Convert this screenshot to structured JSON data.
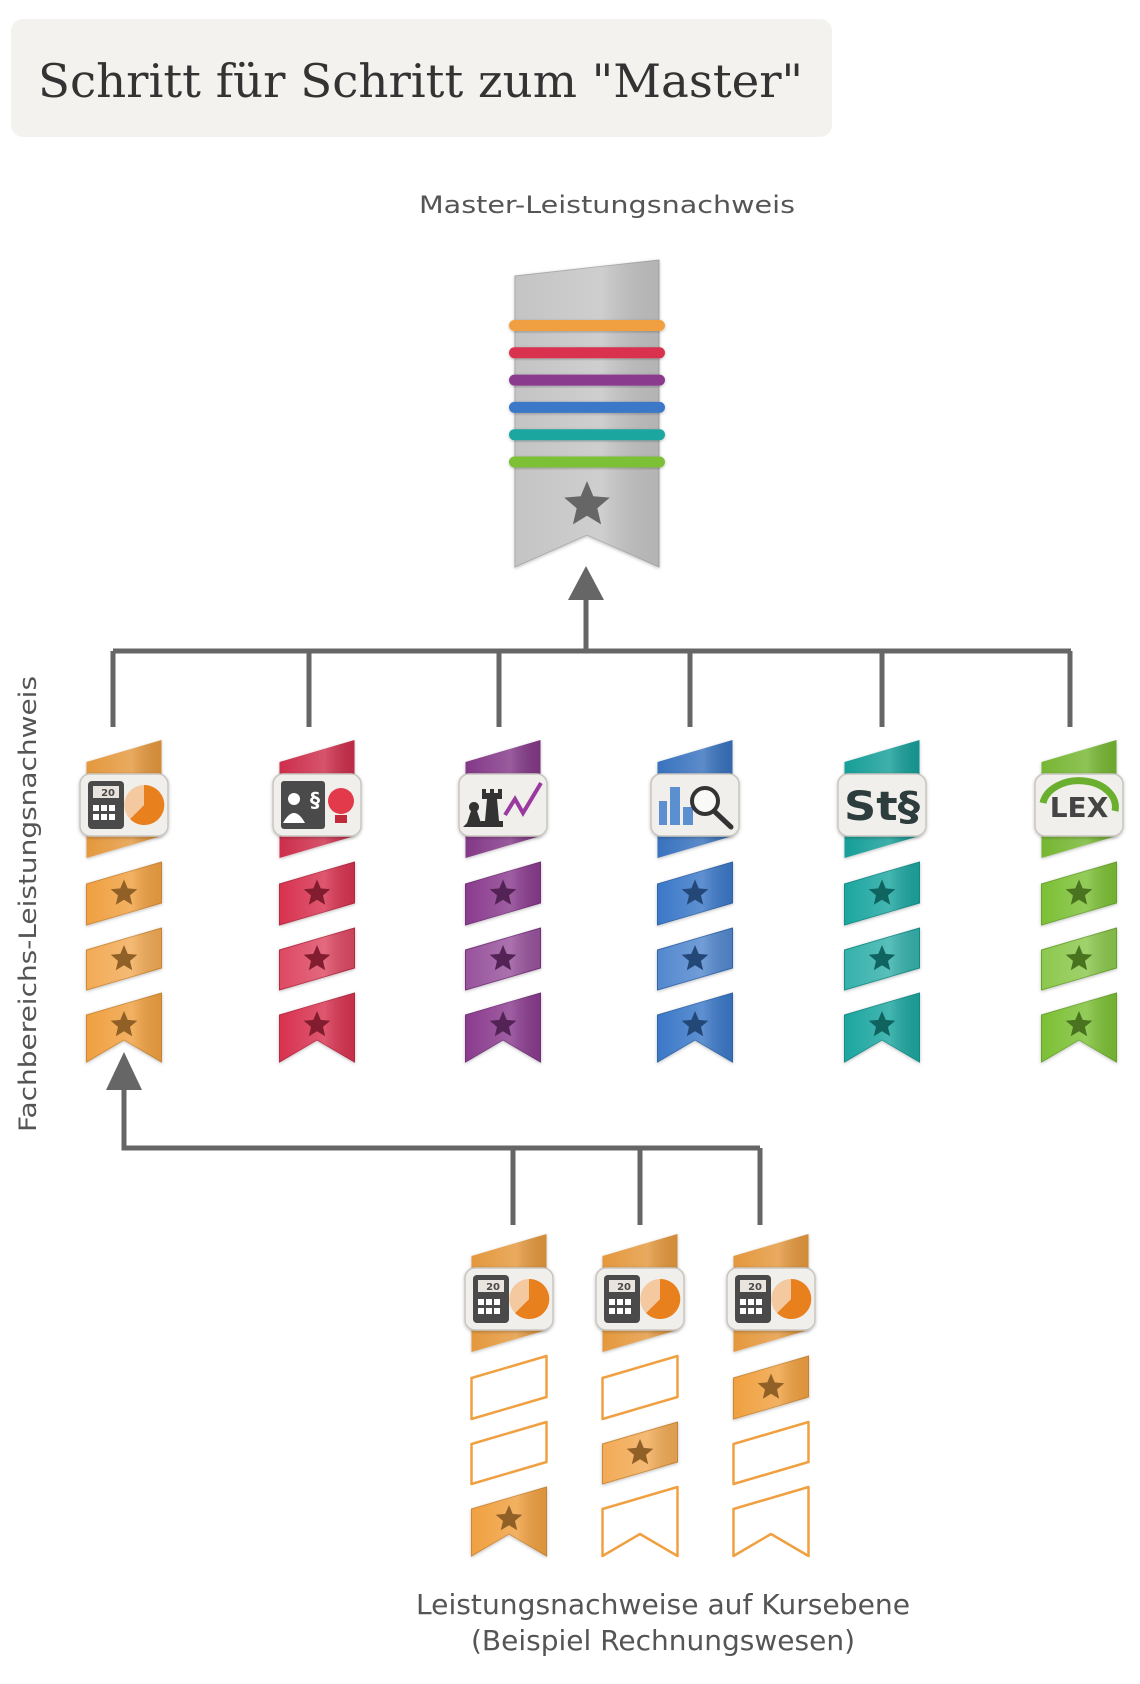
{
  "title": "Schritt für Schritt zum \"Master\"",
  "master_label": "Master-Leistungsnachweis",
  "side_label": "Fachbereichs-Leistungsnachweis",
  "course_label_line1": "Leistungsnachweise auf Kursebene",
  "course_label_line2": "(Beispiel Rechnungswesen)",
  "colors": {
    "line": "#666666",
    "master": "#c4c4c4",
    "orange": "#f0a040",
    "red": "#d8304f",
    "purple": "#8a3a8e",
    "blue": "#3a78c8",
    "teal": "#1aa6a0",
    "green": "#7cc036"
  },
  "master_stripes": [
    "orange",
    "red",
    "purple",
    "blue",
    "teal",
    "green"
  ],
  "departments": [
    {
      "name": "rechnungswesen",
      "color": "orange",
      "icon": "calculator-pie-icon",
      "icon_text": "20",
      "stars_earned": 3
    },
    {
      "name": "recht",
      "color": "red",
      "icon": "person-paragraph-bulb-icon",
      "icon_text": "§",
      "stars_earned": 3
    },
    {
      "name": "strategie",
      "color": "purple",
      "icon": "chess-chart-icon",
      "icon_text": "",
      "stars_earned": 3
    },
    {
      "name": "analyse",
      "color": "blue",
      "icon": "bars-magnifier-icon",
      "icon_text": "",
      "stars_earned": 3
    },
    {
      "name": "steuern",
      "color": "teal",
      "icon": "st-paragraph-icon",
      "icon_text": "St§",
      "stars_earned": 3
    },
    {
      "name": "lex",
      "color": "green",
      "icon": "lex-icon",
      "icon_text": "LEX",
      "stars_earned": 3
    }
  ],
  "courses": [
    {
      "color": "orange",
      "icon": "calculator-pie-icon",
      "icon_text": "20",
      "levels": [
        false,
        false,
        true
      ]
    },
    {
      "color": "orange",
      "icon": "calculator-pie-icon",
      "icon_text": "20",
      "levels": [
        false,
        true,
        false
      ]
    },
    {
      "color": "orange",
      "icon": "calculator-pie-icon",
      "icon_text": "20",
      "levels": [
        true,
        false,
        false
      ]
    }
  ]
}
